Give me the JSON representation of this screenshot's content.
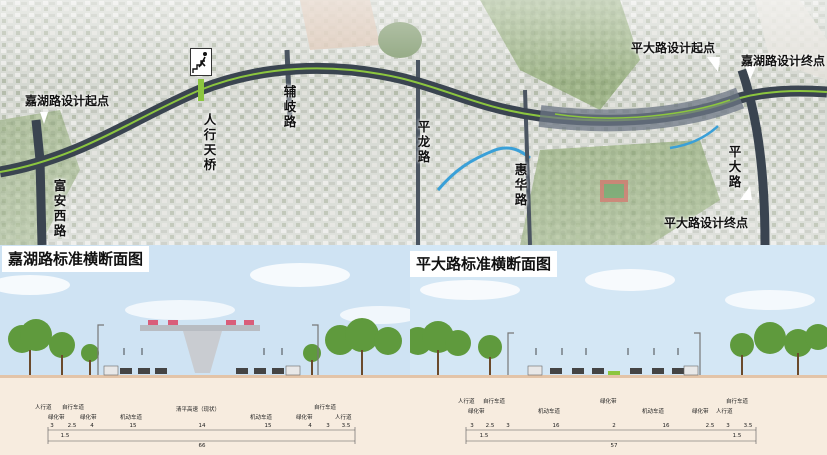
{
  "map": {
    "labels": {
      "jiahu_start": "嘉湖路设计起点",
      "pingda_start": "平大路设计起点",
      "jiahu_end": "嘉湖路设计终点",
      "pingda_end": "平大路设计终点"
    },
    "roads": {
      "fuan": "富安西路",
      "bridge": "人行天桥",
      "fuqi": "辅岐路",
      "pinglong": "平龙路",
      "huihua": "惠华路",
      "pingda": "平大路"
    },
    "icons": [
      "pedestrian-bridge-icon"
    ],
    "colors": {
      "road": "#3a4450",
      "green_median": "#8cc63f",
      "water": "#3aa0d8"
    }
  },
  "sections": {
    "jiahu": {
      "title": "嘉湖路标准横断面图",
      "legend": {
        "a": "人行道",
        "b": "自行车道",
        "c": "绿化带",
        "d": "绿化带",
        "e": "机动车道",
        "f": "清平高速（现状）",
        "g": "机动车道",
        "h": "绿化带",
        "i": "自行车道",
        "j": "人行道"
      },
      "dims": [
        "3",
        "2.5",
        "4",
        "15",
        "14",
        "15",
        "4",
        "3",
        "3.5"
      ],
      "dim_sub": "1.5",
      "total": "66"
    },
    "pingda": {
      "title": "平大路标准横断面图",
      "legend": {
        "a": "人行道",
        "b": "自行车道",
        "c": "绿化带",
        "d": "机动车道",
        "e": "绿化带",
        "f": "机动车道",
        "g": "绿化带",
        "h": "人行道",
        "i": "自行车道"
      },
      "dims": [
        "3",
        "2.5",
        "3",
        "16",
        "2",
        "16",
        "2.5",
        "3",
        "3.5"
      ],
      "dim_sub_left": "1.5",
      "dim_sub_right": "1.5",
      "total": "57"
    }
  }
}
